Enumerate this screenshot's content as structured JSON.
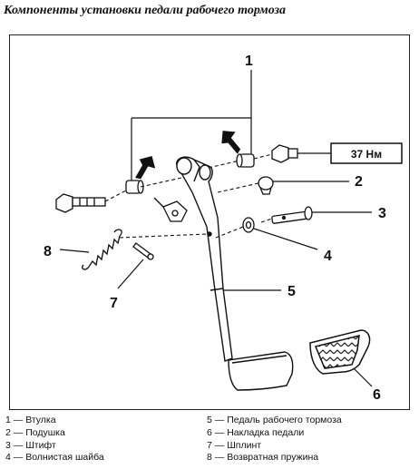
{
  "title": "Компоненты установки педали рабочего тормоза",
  "torque": "37 Нм",
  "callouts": [
    "1",
    "2",
    "3",
    "4",
    "5",
    "6",
    "7",
    "8"
  ],
  "legend": [
    {
      "num": "1",
      "text": "Втулка"
    },
    {
      "num": "2",
      "text": "Подушка"
    },
    {
      "num": "3",
      "text": "Штифт"
    },
    {
      "num": "4",
      "text": "Волнистая шайба"
    },
    {
      "num": "5",
      "text": "Педаль рабочего тормоза"
    },
    {
      "num": "6",
      "text": "Накладка педали"
    },
    {
      "num": "7",
      "text": "Шплинт"
    },
    {
      "num": "8",
      "text": "Возвратная пружина"
    }
  ],
  "legend_separator": "—"
}
